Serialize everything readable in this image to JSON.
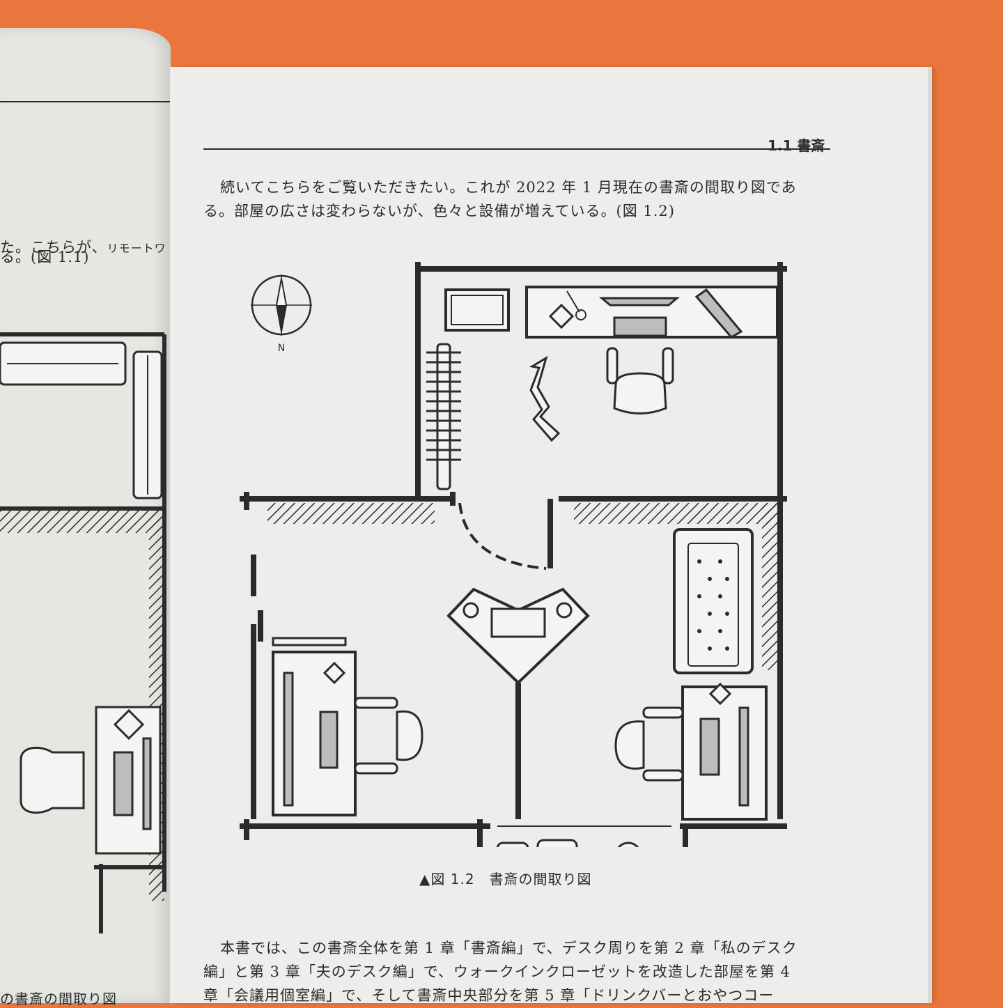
{
  "left_page": {
    "line1": "た。こちらが、",
    "line1_small": "リモートワ",
    "line2": "る。(図 1.1)",
    "caption_fragment": "の書斎の間取り図"
  },
  "right_page": {
    "section_header": "1.1 書斎",
    "intro_line1": "続いてこちらをご覧いただきたい。これが 2022 年 1 月現在の書斎の間取り図であ",
    "intro_line2": "る。部屋の広さは変わらないが、色々と設備が増えている。(図 1.2)",
    "figure": {
      "compass_label": "N",
      "caption": "▲図 1.2　書斎の間取り図"
    },
    "outro_line1": "本書では、この書斎全体を第 1 章「書斎編」で、デスク周りを第 2 章「私のデスク",
    "outro_line2": "編」と第 3 章「夫のデスク編」で、ウォークインクローゼットを改造した部屋を第 4",
    "outro_line3": "章「会議用個室編」で、そして書斎中央部分を第 5 章「ドリンクバーとおやつコー"
  }
}
